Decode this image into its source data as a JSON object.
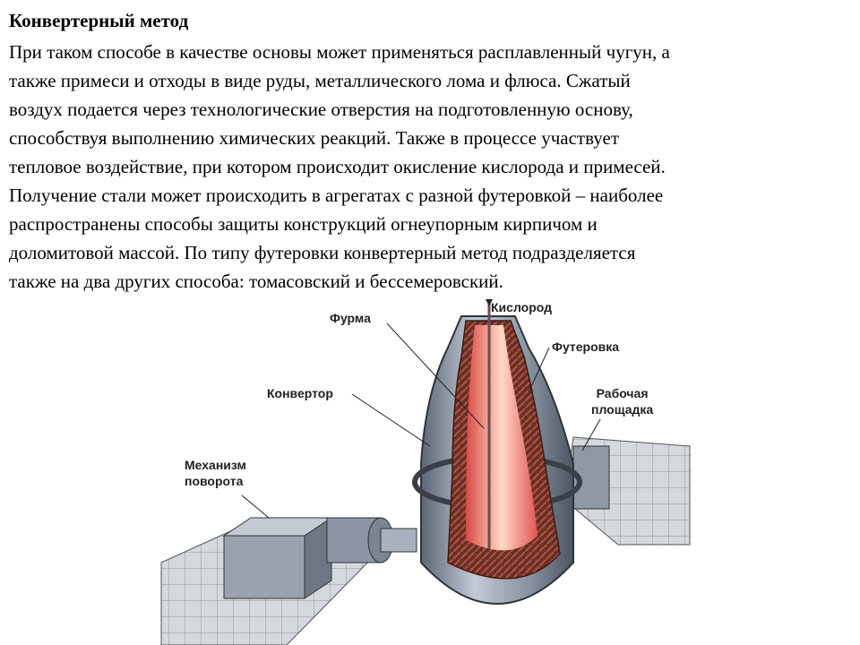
{
  "slide": {
    "heading": "Конвертерный метод",
    "paragraph": "При таком способе в качестве основы может применяться расплавленный чугун, а\nтакже примеси и отходы в виде руды, металлического лома и флюса. Сжатый\nвоздух подается через технологические отверстия на подготовленную основу,\nспособствуя выполнению химических реакций. Также в процессе участвует\nтепловое воздействие, при котором происходит окисление кислорода и примесей.\nПолучение стали может происходить в агрегатах с разной футеровкой – наиболее\nраспространены способы защиты конструкций огнеупорным кирпичом и\nдоломитовой массой. По типу футеровки конвертерный метод подразделяется\nтакже на два других способа: томасовский и бессемеровский."
  },
  "figure": {
    "labels": {
      "lance": "Фурма",
      "oxygen": "Кислород",
      "lining": "Футеровка",
      "platform": "Рабочая\nплощадка",
      "converter": "Конвертор",
      "mechanism": "Механизм\nповорота"
    },
    "colors": {
      "shell": "#7d8797",
      "shell_light": "#b6bfcc",
      "brick": "#7a3528",
      "flame": "#f06a5a",
      "flame_core": "#ffe3cf",
      "floor": "#c9cdd3"
    }
  }
}
